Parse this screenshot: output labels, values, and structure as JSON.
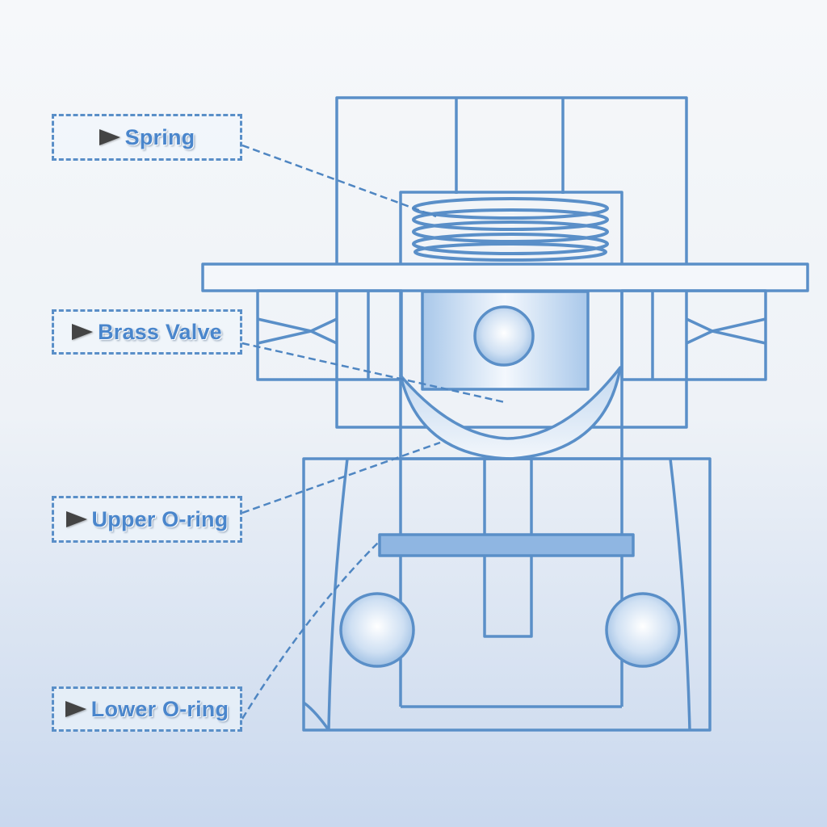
{
  "callouts": {
    "spring": "Spring",
    "brass_valve": "Brass Valve",
    "upper_oring": "Upper O-ring",
    "lower_oring": "Lower O-ring"
  },
  "colors": {
    "line": "#5a8fc8",
    "fill_light": "#d7e6f6",
    "fill_mid": "#8fb6e2",
    "text": "#4a86cc",
    "arrow": "#444444"
  },
  "icons": {
    "callout_pointer": "arrowhead-icon"
  }
}
